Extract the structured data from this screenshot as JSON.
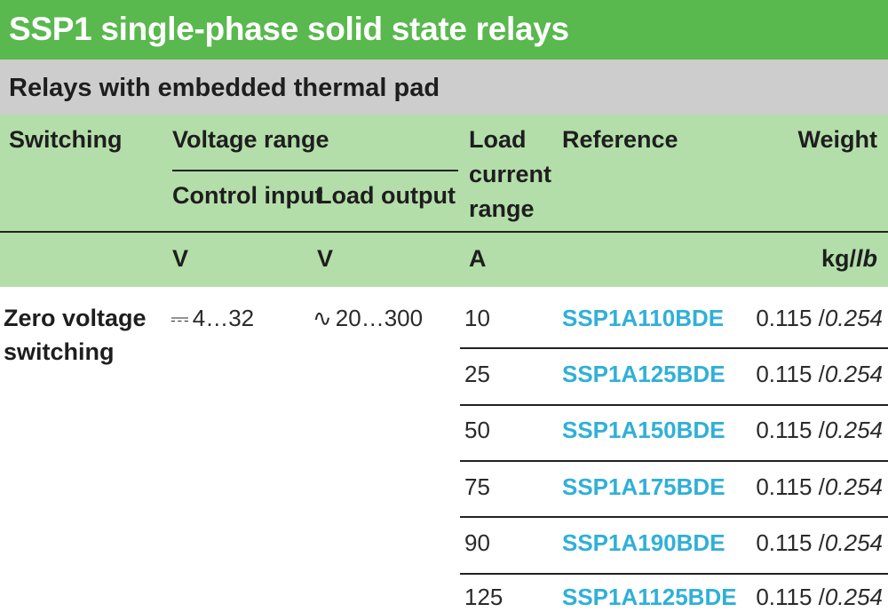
{
  "title": "SSP1 single-phase solid state relays",
  "subtitle": "Relays with embedded thermal pad",
  "headers": {
    "switching": "Switching",
    "voltage_range": "Voltage range",
    "control_input": "Control input",
    "load_output": "Load output",
    "load_current_line1": "Load",
    "load_current_line2": "current",
    "load_current_line3": "range",
    "reference": "Reference",
    "weight": "Weight"
  },
  "units": {
    "control_input": "V",
    "load_output": "V",
    "load_current": "A",
    "weight_kg": "kg/",
    "weight_lb": "lb"
  },
  "switching_type_line1": "Zero voltage",
  "switching_type_line2": "switching",
  "control_input_symbol": "⎓",
  "control_input_range": "4…32",
  "load_output_symbol": "∿",
  "load_output_range": "20…300",
  "rows": [
    {
      "current": "10",
      "reference": "SSP1A110BDE",
      "weight_kg": "0.115 /",
      "weight_lb": "0.254"
    },
    {
      "current": "25",
      "reference": "SSP1A125BDE",
      "weight_kg": "0.115 /",
      "weight_lb": "0.254"
    },
    {
      "current": "50",
      "reference": "SSP1A150BDE",
      "weight_kg": "0.115 /",
      "weight_lb": "0.254"
    },
    {
      "current": "75",
      "reference": "SSP1A175BDE",
      "weight_kg": "0.115 /",
      "weight_lb": "0.254"
    },
    {
      "current": "90",
      "reference": "SSP1A190BDE",
      "weight_kg": "0.115 /",
      "weight_lb": "0.254"
    },
    {
      "current": "125",
      "reference": "SSP1A1125BDE",
      "weight_kg": "0.115 /",
      "weight_lb": "0.254"
    }
  ],
  "colors": {
    "title_bg": "#59b84e",
    "subtitle_bg": "#cdcdcd",
    "header_bg": "#b4dea9",
    "reference_link": "#2fb0d8"
  }
}
